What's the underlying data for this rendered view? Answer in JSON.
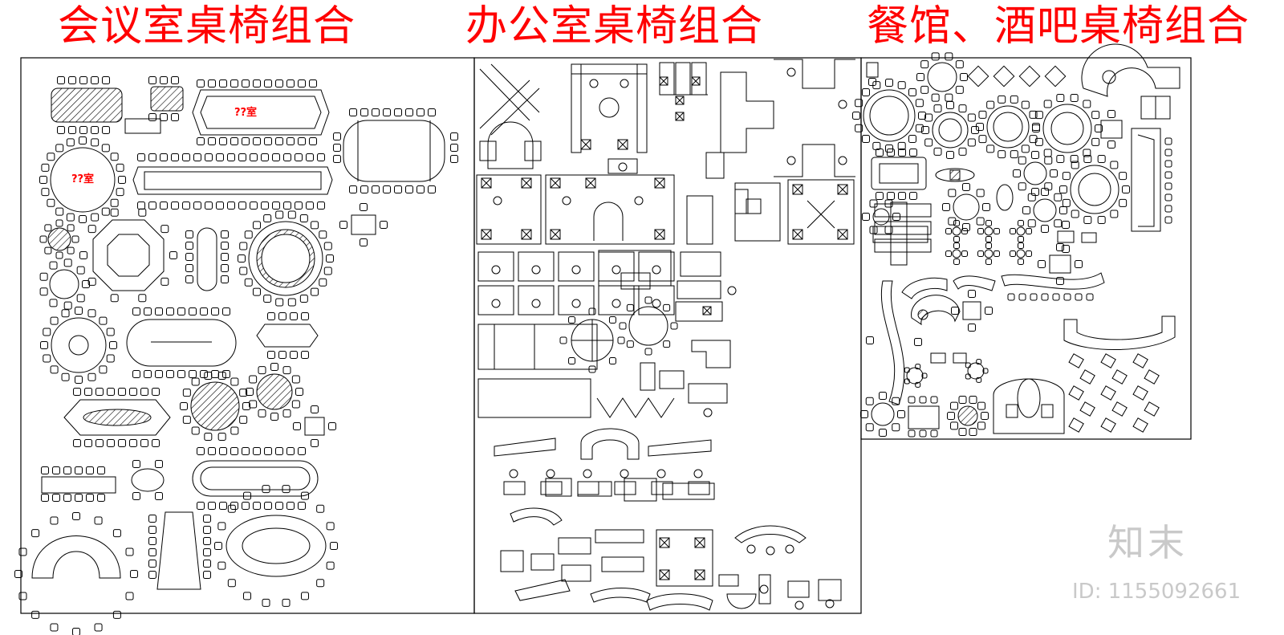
{
  "headings": {
    "conference": "会议室桌椅组合",
    "office": "办公室桌椅组合",
    "restaurant": "餐馆、酒吧桌椅组合"
  },
  "table_labels": {
    "oval_table": "??室",
    "round_table": "??室"
  },
  "watermark": {
    "brand": "知末",
    "id_text": "ID: 1155092661"
  },
  "colors": {
    "heading": "#ff0000",
    "line": "#000000",
    "watermark": "#c9c9c9"
  }
}
